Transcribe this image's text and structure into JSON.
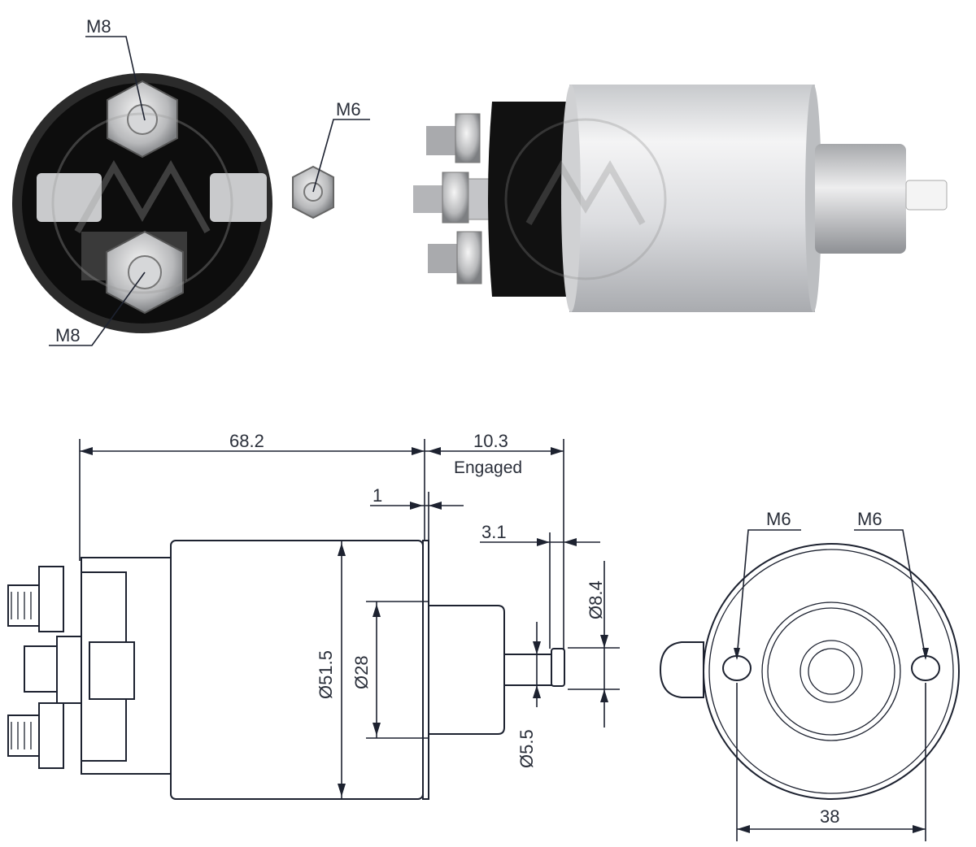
{
  "photo_front": {
    "labels": {
      "top_terminal": "M8",
      "side_terminal": "M6",
      "bottom_terminal": "M8"
    }
  },
  "drawing_side": {
    "dims": {
      "body_length": "68.2",
      "stroke": "10.3",
      "stroke_note": "Engaged",
      "flange": "1",
      "tip_length": "3.1",
      "tip_dia": "Ø8.4",
      "body_dia": "Ø51.5",
      "plunger_dia": "Ø28",
      "shaft_dia": "Ø5.5"
    }
  },
  "drawing_end": {
    "labels": {
      "left_hole": "M6",
      "right_hole": "M6",
      "width": "38"
    }
  },
  "colors": {
    "line": "#1d2230",
    "text": "#2a2f3a",
    "cap_dark": "#111111",
    "metal": "#d9dadc"
  }
}
